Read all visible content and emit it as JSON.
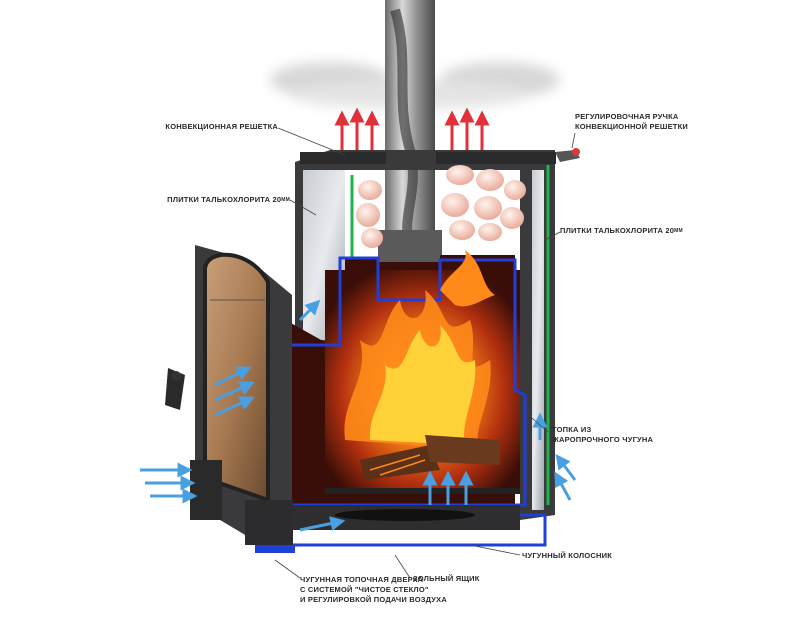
{
  "diagram": {
    "labels": {
      "convection_grille": "КОНВЕКЦИОННАЯ РЕШЕТКА",
      "talc_tiles_left": "ПЛИТКИ ТАЛЬКОХЛОРИТА 20",
      "talc_tiles_left_unit": "ММ",
      "adjust_handle_line1": "РЕГУЛИРОВОЧНАЯ РУЧКА",
      "adjust_handle_line2": "КОНВЕКЦИОННОЙ РЕШЕТКИ",
      "talc_tiles_right": "ПЛИТКИ ТАЛЬКОХЛОРИТА 20",
      "talc_tiles_right_unit": "ММ",
      "firebox_line1": "ТОПКА ИЗ",
      "firebox_line2": "ЖАРОПРОЧНОГО ЧУГУНА",
      "grate": "ЧУГУННЫЙ КОЛОСНИК",
      "ash_box": "ЗОЛЬНЫЙ ЯЩИК",
      "door_line1": "ЧУГУННАЯ ТОПОЧНАЯ ДВЕРКА",
      "door_line2": "С СИСТЕМОЙ \"ЧИСТОЕ СТЕКЛО\"",
      "door_line3": "И РЕГУЛИРОВКОЙ ПОДАЧИ ВОЗДУХА"
    },
    "colors": {
      "cast_iron": "#3a3a3c",
      "outline_blue": "#1f3fd6",
      "talc_green": "#1fb34a",
      "hot_arrow": "#e0303a",
      "cold_arrow": "#4a9fe0",
      "fire_core": "#ffd23a",
      "firebox_interior": "#5a1a10",
      "stones": "#f4cdbf"
    }
  }
}
